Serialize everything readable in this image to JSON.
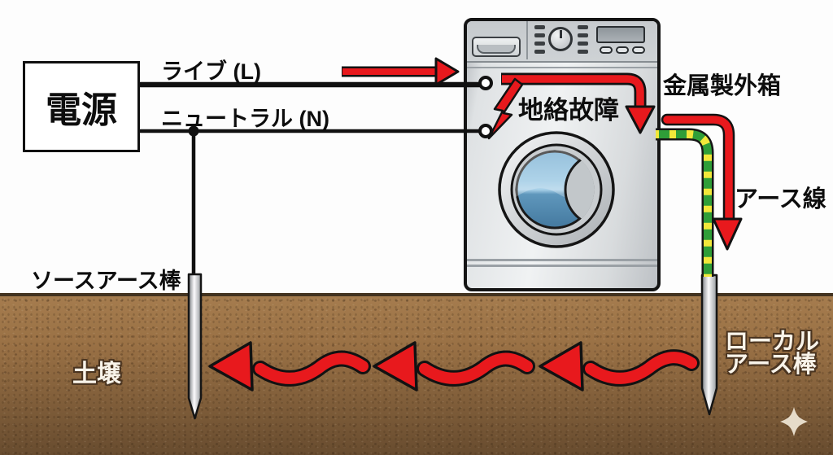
{
  "diagram": {
    "power_source_label": "電源",
    "live_label": "ライブ (L)",
    "neutral_label": "ニュートラル (N)",
    "ground_fault_label": "地絡故障",
    "metal_case_label": "金属製外箱",
    "earth_wire_label": "アース線",
    "source_rod_label": "ソースアース棒",
    "soil_label": "土壌",
    "local_rod_label_line1": "ローカル",
    "local_rod_label_line2": "アース棒"
  },
  "icons": {
    "fault_icon": "lightning-bolt",
    "corner_decoration": "four-point-sparkle"
  },
  "colors": {
    "fault_current_red": "#e8191d",
    "earth_wire_green": "#2f9e38",
    "earth_wire_yellow": "#f2e83a",
    "soil_brown_top": "#a57c4e",
    "soil_brown_bottom": "#684c2f",
    "machine_gray": "#d9dcde",
    "line_black": "#111111"
  }
}
